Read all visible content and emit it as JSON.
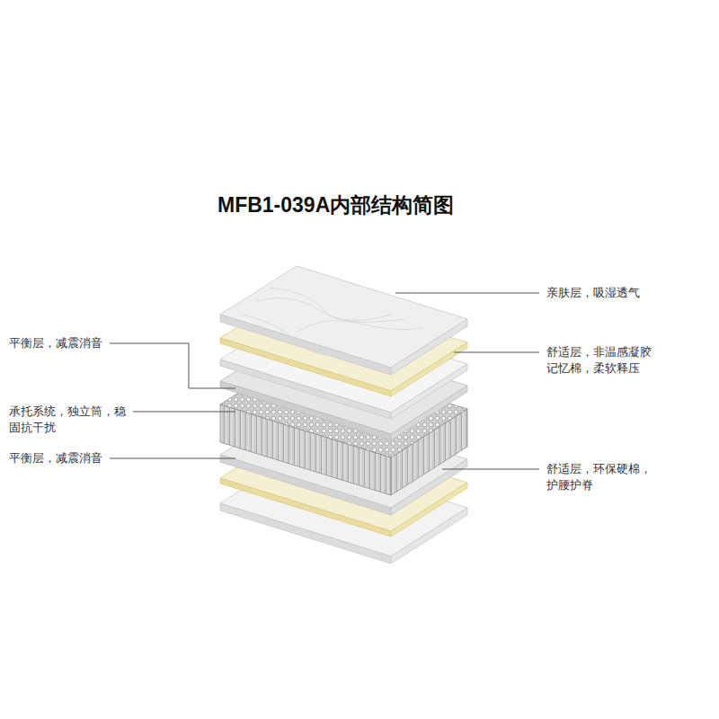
{
  "diagram": {
    "title": "MFB1-039A内部结构简图",
    "labels": [
      "亲肤层，吸湿透气",
      "平衡层，减震消音",
      "舒适层，非温感凝胶记忆棉，柔软释压",
      "承托系统，独立筒，稳固抗干扰",
      "舒适层，环保硬棉，护腰护脊",
      "平衡层，减震消音"
    ]
  }
}
